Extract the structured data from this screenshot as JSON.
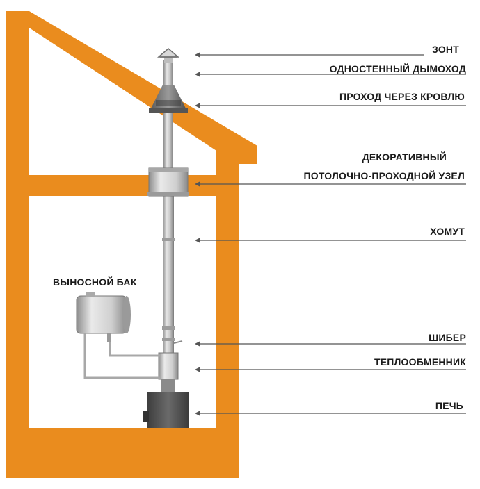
{
  "labels": {
    "umbrella": "ЗОНТ",
    "single_wall_chimney": "ОДНОСТЕННЫЙ ДЫМОХОД",
    "roof_passage": "ПРОХОД ЧЕРЕЗ КРОВЛЮ",
    "decorative": "ДЕКОРАТИВНЫЙ",
    "ceiling_pass_unit": "ПОТОЛОЧНО-ПРОХОДНОЙ УЗЕЛ",
    "clamp": "ХОМУТ",
    "remote_tank": "ВЫНОСНОЙ БАК",
    "damper": "ШИБЕР",
    "heat_exchanger": "ТЕПЛООБМЕННИК",
    "stove": "ПЕЧЬ"
  },
  "colors": {
    "wood": "#ea8c1e",
    "pipe_light": "#d6d6d6",
    "pipe_dark": "#7a7a7a",
    "stove": "#4a4a4a",
    "text": "#1a1a1a"
  }
}
